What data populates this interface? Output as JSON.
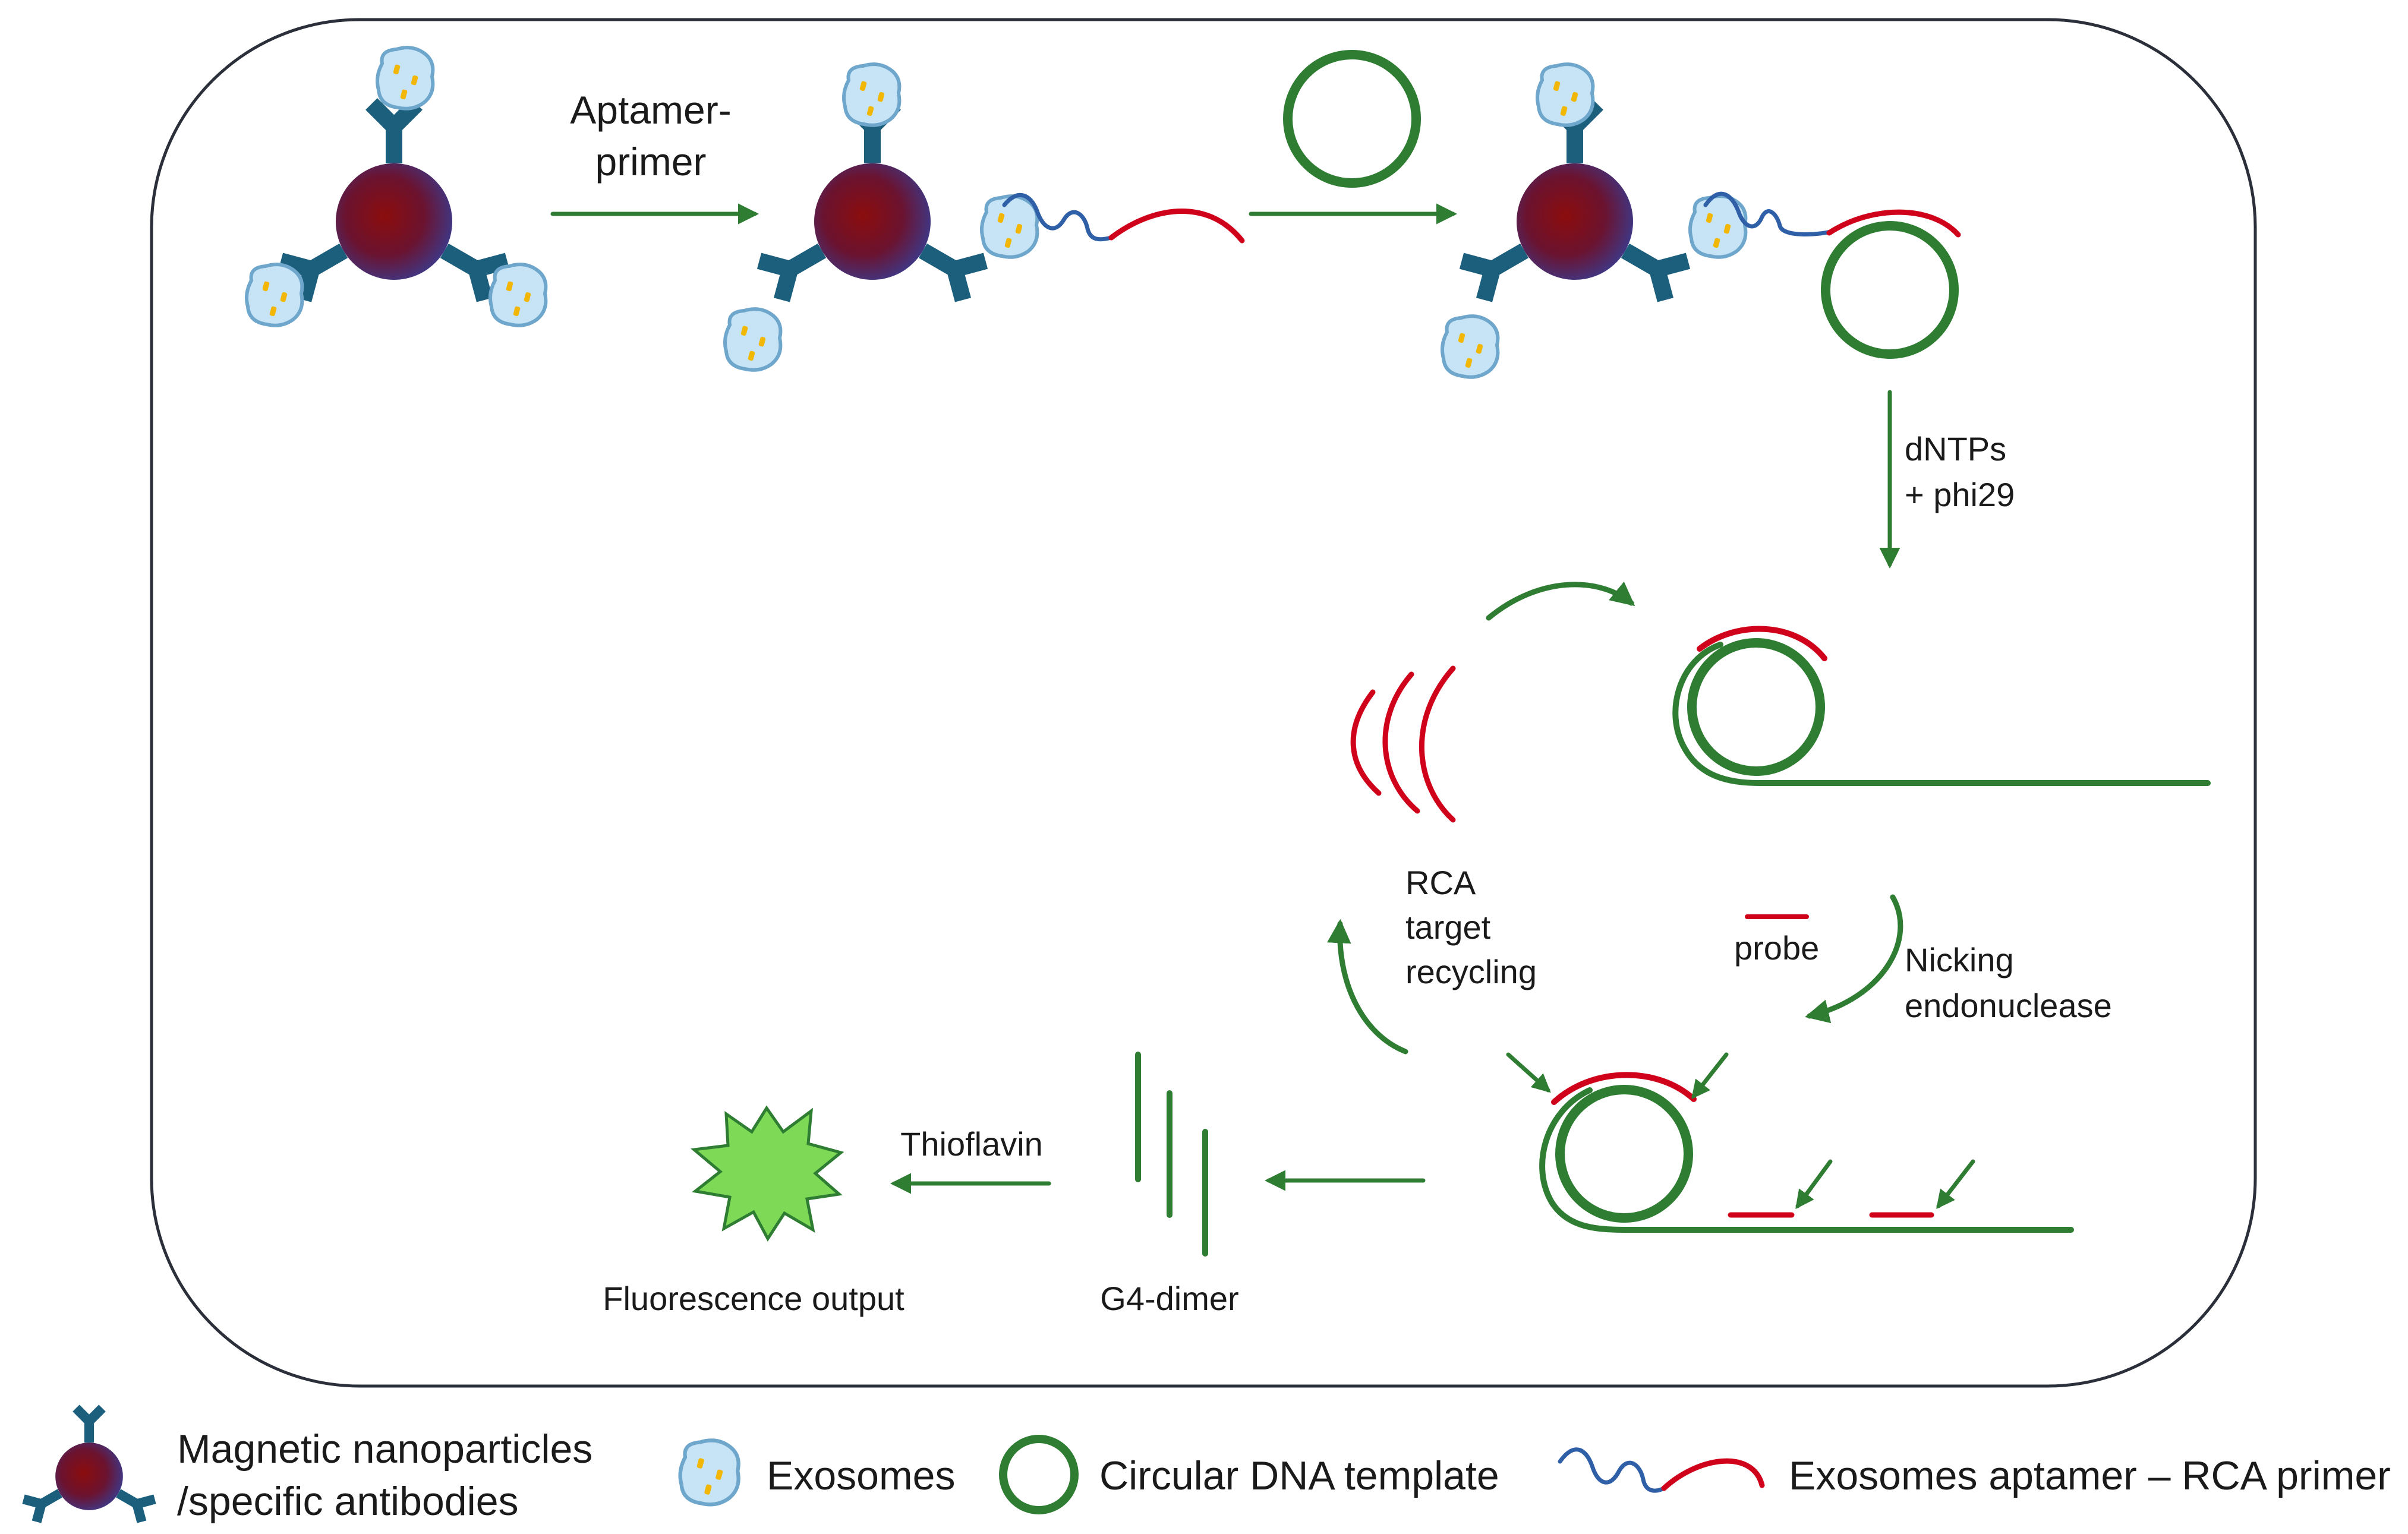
{
  "labels": {
    "aptamer_primer_line1": "Aptamer-",
    "aptamer_primer_line2": "primer",
    "dntps": "dNTPs",
    "phi29": "+ phi29",
    "rca_line1": "RCA",
    "rca_line2": "target",
    "rca_line3": "recycling",
    "probe": "probe",
    "nicking_line1": "Nicking",
    "nicking_line2": "endonuclease",
    "thioflavin": "Thioflavin",
    "fluorescence_output": "Fluorescence output",
    "g4_dimer": "G4-dimer"
  },
  "legend": {
    "nanoparticles_line1": "Magnetic nanoparticles",
    "nanoparticles_line2": "/specific antibodies",
    "exosomes": "Exosomes",
    "circular_dna": "Circular DNA template",
    "aptamer_rca": "Exosomes aptamer – RCA primer"
  },
  "colors": {
    "arrow_green": "#2e7d32",
    "dna_red": "#d0021b",
    "aptamer_blue": "#2f5fa7",
    "antibody": "#1b5f7d",
    "nanoparticle_core": "#8b0d0d",
    "nanoparticle_edge": "#3b3a8c",
    "exosome_fill": "#c6e4f6",
    "exosome_dot": "#f2b705",
    "fluorescence": "#7ed957"
  },
  "icons": {
    "nanoparticle": "magnetic-nanoparticle-icon",
    "exosome": "exosome-icon",
    "circular_dna": "circular-dna-icon",
    "aptamer_primer": "aptamer-primer-icon",
    "fluorescence": "fluorescence-burst-icon"
  }
}
